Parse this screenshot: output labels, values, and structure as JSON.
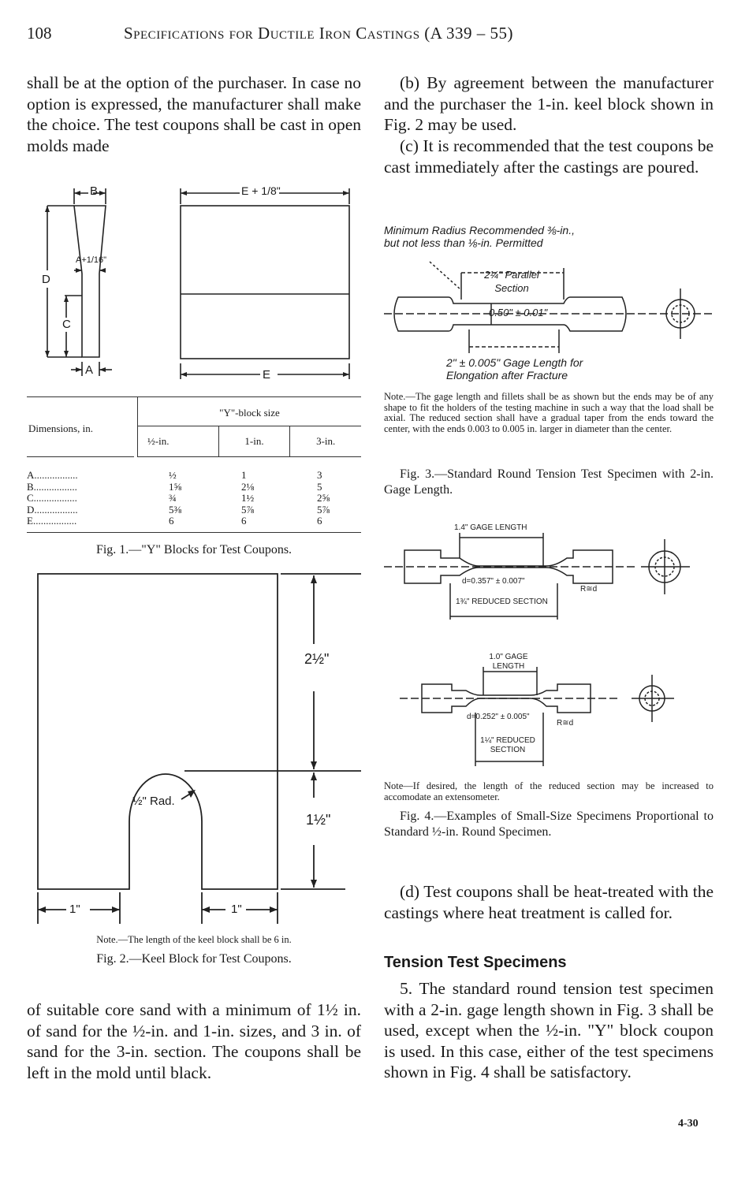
{
  "header": {
    "page_number": "108",
    "title": "Specifications for Ductile Iron Castings (A 339 – 55)"
  },
  "left_column": {
    "paragraph_top": "shall be at the option of the purchaser. In case no option is expressed, the manufacturer shall make the choice. The test coupons shall be cast in open molds made",
    "paragraph_bottom": "of suitable core sand with a minimum of 1½ in. of sand for the ½-in. and 1-in. sizes, and 3 in. of sand for the 3-in. section. The coupons shall be left in the mold until black."
  },
  "fig1": {
    "labels": {
      "B": "B",
      "E_plus": "E + 1/8\"",
      "A_plus": "A+1/16\"",
      "D": "D",
      "C": "C",
      "A": "A",
      "E": "E"
    },
    "table": {
      "row_header": "Dimensions, in.",
      "group_header": "\"Y\"-block size",
      "columns": [
        "½-in.",
        "1-in.",
        "3-in."
      ],
      "rows": [
        {
          "dim": "A",
          "values": [
            "½",
            "1",
            "3"
          ]
        },
        {
          "dim": "B",
          "values": [
            "1⅝",
            "2⅛",
            "5"
          ]
        },
        {
          "dim": "C",
          "values": [
            "¾",
            "1½",
            "2⅝"
          ]
        },
        {
          "dim": "D",
          "values": [
            "5⅜",
            "5⅞",
            "5⅞"
          ]
        },
        {
          "dim": "E",
          "values": [
            "6",
            "6",
            "6"
          ]
        }
      ]
    },
    "caption": "Fig. 1.—\"Y\" Blocks for Test Coupons."
  },
  "fig2": {
    "dim_height": "2½\"",
    "dim_lower": "1½\"",
    "radius_label": "½\" Rad.",
    "left_leg": "1\"",
    "right_leg": "1\"",
    "note": "Note.—The length of the keel block shall be 6 in.",
    "caption": "Fig. 2.—Keel Block for Test Coupons."
  },
  "right_column": {
    "para_b": "(b) By agreement between the manufacturer and the purchaser the 1-in. keel block shown in Fig. 2 may be used.",
    "para_c": "(c) It is recommended that the test coupons be cast immediately after the castings are poured.",
    "para_d": "(d) Test coupons shall be heat-treated with the castings where heat treatment is called for.",
    "section_heading": "Tension Test Specimens",
    "para_5": "5. The standard round tension test specimen with a 2-in. gage length shown in Fig. 3 shall be used, except when the ½-in. \"Y\" block coupon is used. In this case, either of the test specimens shown in Fig. 4 shall be satisfactory."
  },
  "fig3": {
    "radius_note": "Minimum Radius Recommended ⅜-in., but not less than ⅛-in. Permitted",
    "parallel_section": "2¼\" Parallel Section",
    "diameter": "0.50\" ± 0.01\"",
    "gage_length": "2\" ± 0.005\" Gage Length for Elongation after Fracture",
    "note": "Note.—The gage length and fillets shall be as shown but the ends may be of any shape to fit the holders of the testing machine in such a way that the load shall be axial. The reduced section shall have a gradual taper from the ends toward the center, with the ends 0.003 to 0.005 in. larger in diameter than the center.",
    "caption": "Fig. 3.—Standard Round Tension Test Specimen with 2-in. Gage Length."
  },
  "fig4": {
    "spec1_gage": "1.4\" GAGE LENGTH",
    "spec1_dia": "d=0.357\" ± 0.007\"",
    "spec1_radius": "R≅d",
    "spec1_reduced": "1¾\" REDUCED SECTION",
    "spec2_gage": "1.0\" GAGE LENGTH",
    "spec2_dia": "d=0.252\" ± 0.005\"",
    "spec2_radius": "R≅d",
    "spec2_reduced": "1¼\" REDUCED SECTION",
    "note": "Note—If desired, the length of the reduced section may be increased to accomodate an extensometer.",
    "caption": "Fig. 4.—Examples of Small-Size Specimens Proportional to Standard ½-in. Round Specimen."
  },
  "footer": {
    "code": "4-30"
  }
}
